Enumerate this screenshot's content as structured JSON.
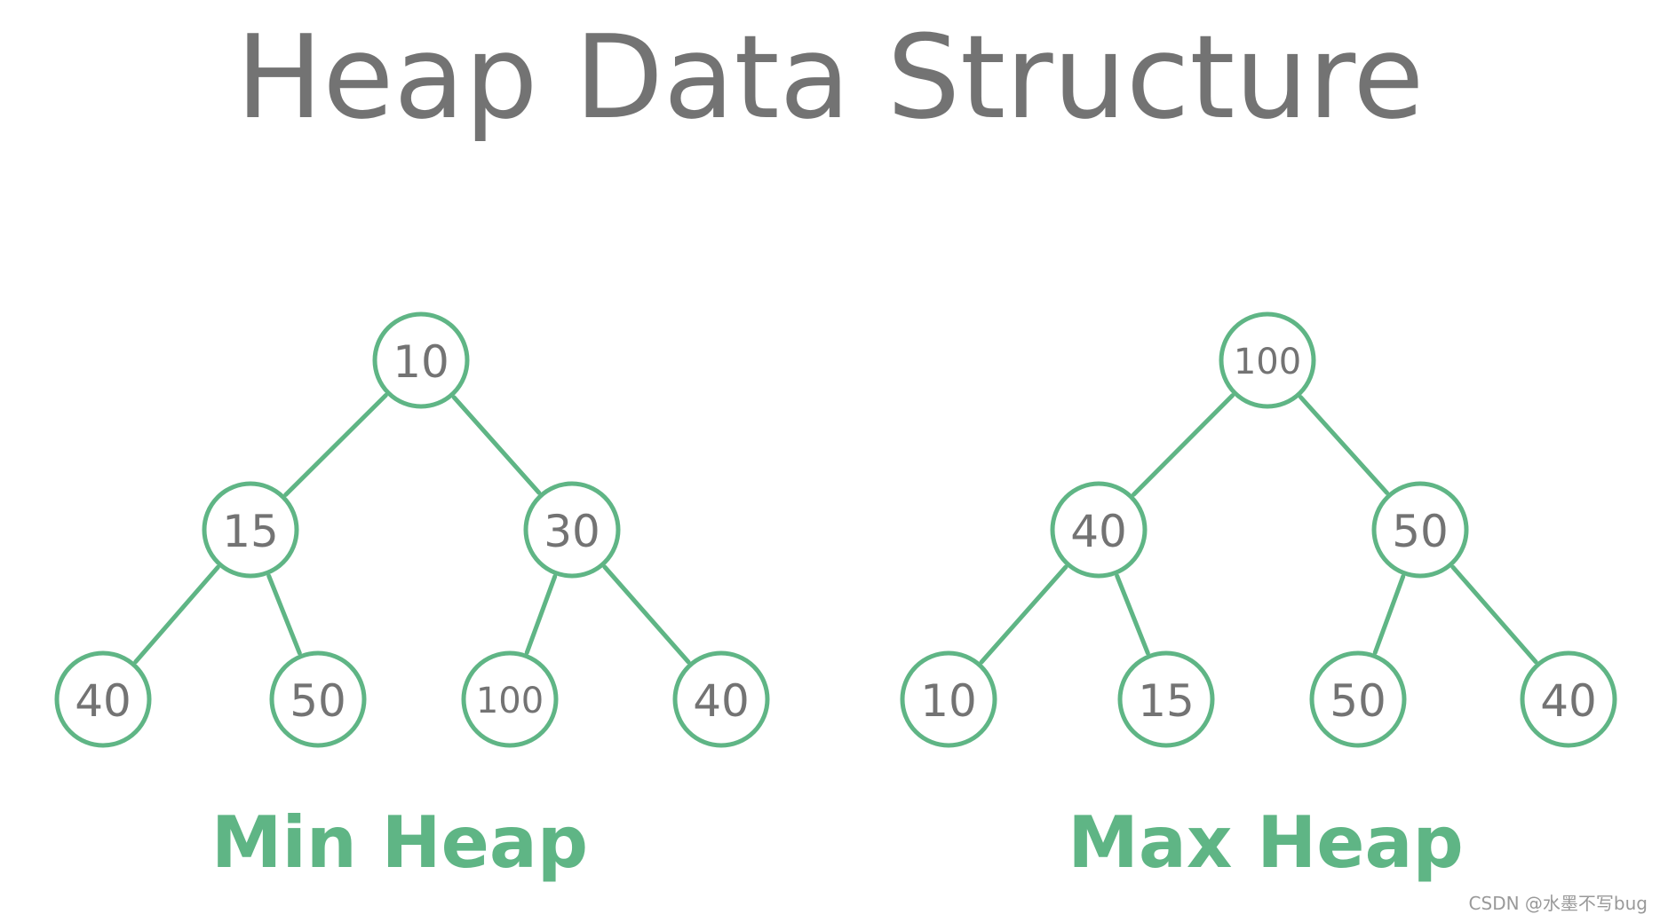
{
  "title": "Heap Data Structure",
  "colors": {
    "accent": "#5fb585",
    "text": "#737373",
    "background": "#ffffff"
  },
  "min_heap": {
    "label": "Min Heap",
    "nodes": [
      "10",
      "15",
      "30",
      "40",
      "50",
      "100",
      "40"
    ]
  },
  "max_heap": {
    "label": "Max Heap",
    "nodes": [
      "100",
      "40",
      "50",
      "10",
      "15",
      "50",
      "40"
    ]
  },
  "watermark": "CSDN @水墨不写bug"
}
